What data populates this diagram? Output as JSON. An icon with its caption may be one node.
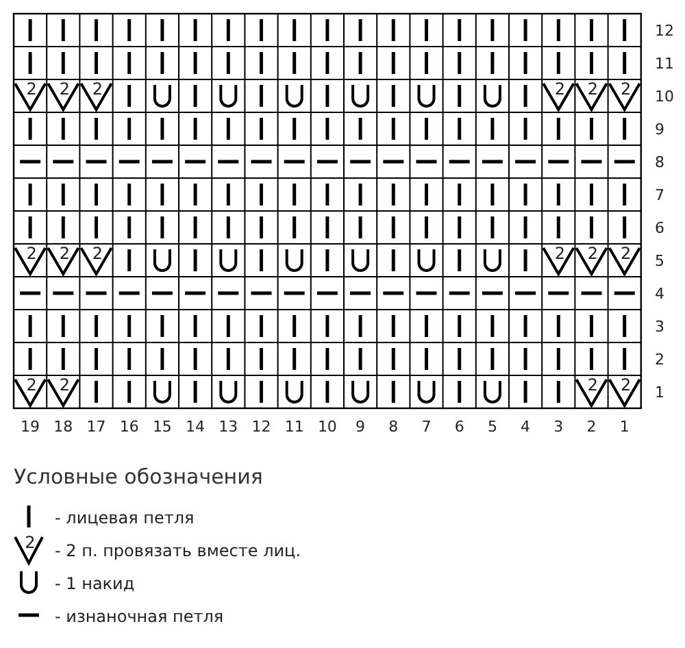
{
  "diagram": {
    "labels": [
      "12",
      "11",
      "2",
      "2",
      "2",
      "2",
      "2",
      "2",
      "10",
      "9",
      "8",
      "7",
      "6",
      "2",
      "2",
      "2",
      "2",
      "2",
      "2",
      "5",
      "4",
      "3",
      "2",
      "2",
      "2",
      "2",
      "2",
      "1",
      "19",
      "18",
      "17",
      "16",
      "15",
      "14",
      "13",
      "12",
      "11",
      "10",
      "9",
      "8",
      "7",
      "6",
      "5",
      "4",
      "3",
      "2",
      "1",
      "Условные обозначения",
      "2"
    ],
    "legend": [
      {
        "text": "- лицевая петля"
      },
      {
        "text": "- 2 п. провязать вместе лиц."
      },
      {
        "text": "- 1 накид"
      },
      {
        "text": "- изнаночная петля"
      }
    ]
  }
}
